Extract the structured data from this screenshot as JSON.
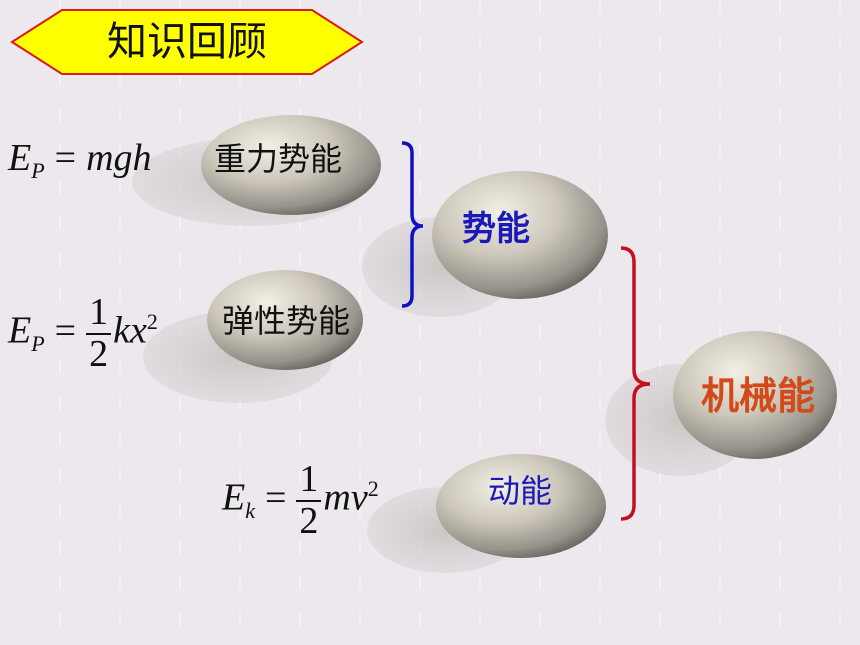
{
  "title": "知识回顾",
  "labels": {
    "gravity_pe": "重力势能",
    "elastic_pe": "弹性势能",
    "potential": "势能",
    "kinetic": "动能",
    "mechanical": "机械能"
  },
  "formulas": {
    "gravity": {
      "E": "E",
      "sub": "P",
      "eq": "=",
      "rhs": "mgh"
    },
    "elastic": {
      "E": "E",
      "sub": "P",
      "eq": "=",
      "num": "1",
      "den": "2",
      "rhs": "kx",
      "sup": "2"
    },
    "kinetic": {
      "E": "E",
      "sub": "k",
      "eq": "=",
      "num": "1",
      "den": "2",
      "rhs": "mv",
      "sup": "2"
    }
  },
  "colors": {
    "title_bg": "#ffff00",
    "title_border": "#d81b1b",
    "blue_text": "#1a1ab8",
    "red_text": "#d24a1a",
    "blue_brace": "#1010c0",
    "red_brace": "#c4101e"
  }
}
